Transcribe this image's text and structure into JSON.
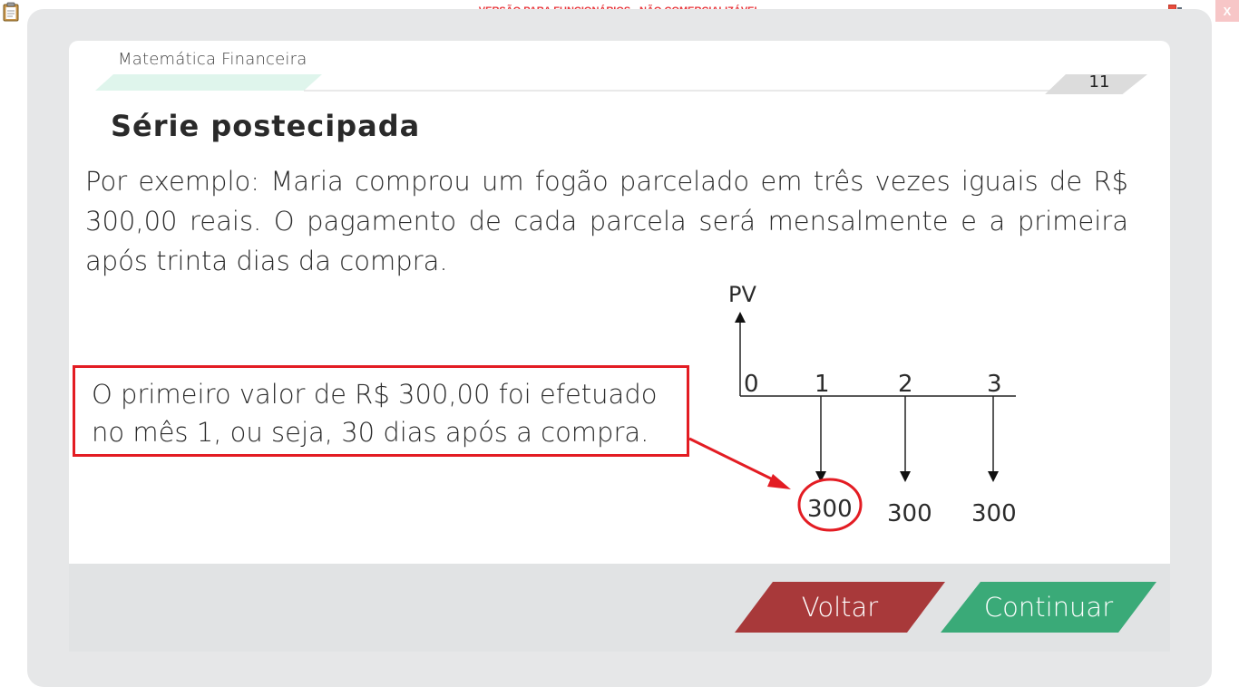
{
  "top_bar": {
    "notice": "VERSÃO PARA FUNCIONÁRIOS - NÃO COMERCIALIZÁVEL",
    "close_label": "X",
    "left_icon": "clipboard-icon",
    "right_icon": "tray-network-icon"
  },
  "header": {
    "course": "Matemática Financeira",
    "page_number": "11"
  },
  "slide": {
    "title": "Série postecipada",
    "body": "Por exemplo: Maria comprou um fogão parcelado em três vezes iguais de R$ 300,00 reais. O pagamento de cada parcela será mensalmente e a primeira após trinta dias da compra.",
    "callout_line1": "O primeiro valor de R$ 300,00 foi efetuado",
    "callout_line2": "no mês 1, ou seja, 30 dias após a compra."
  },
  "diagram": {
    "pv_label": "PV",
    "periods": [
      "0",
      "1",
      "2",
      "3"
    ],
    "payments": [
      "300",
      "300",
      "300"
    ]
  },
  "footer": {
    "back_label": "Voltar",
    "continue_label": "Continuar"
  },
  "colors": {
    "back_button": "#a8393a",
    "continue_button": "#3aaa78",
    "highlight_red": "#e31c23",
    "notice_red": "#e8383d"
  }
}
